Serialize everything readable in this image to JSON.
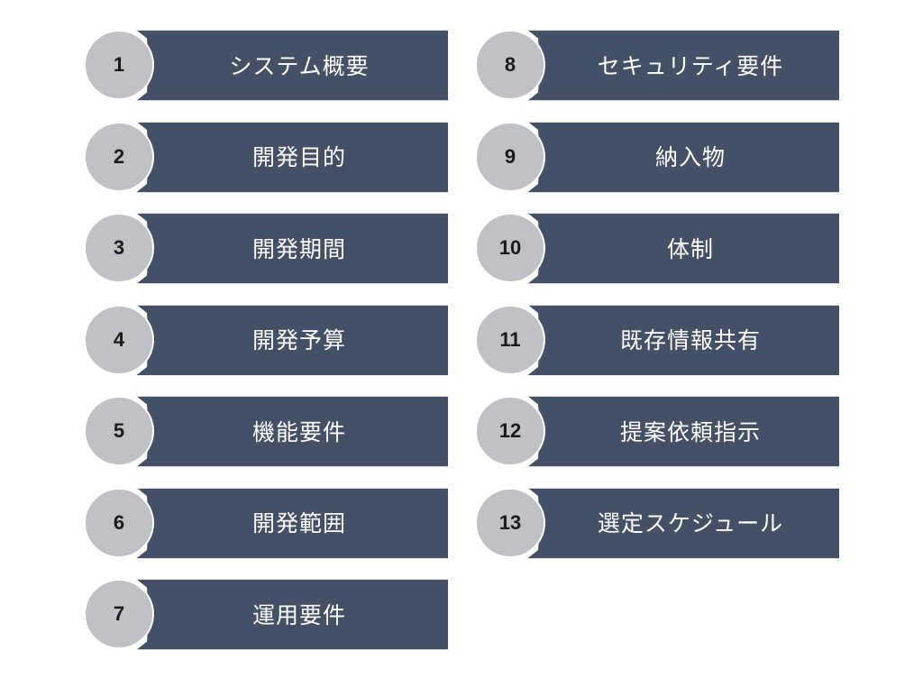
{
  "left_column": [
    {
      "number": "1",
      "label": "システム概要"
    },
    {
      "number": "2",
      "label": "開発目的"
    },
    {
      "number": "3",
      "label": "開発期間"
    },
    {
      "number": "4",
      "label": "開発予算"
    },
    {
      "number": "5",
      "label": "機能要件"
    },
    {
      "number": "6",
      "label": "開発範囲"
    },
    {
      "number": "7",
      "label": "運用要件"
    }
  ],
  "right_column": [
    {
      "number": "8",
      "label": "セキュリティ要件"
    },
    {
      "number": "9",
      "label": "納入物"
    },
    {
      "number": "10",
      "label": "体制"
    },
    {
      "number": "11",
      "label": "既存情報共有"
    },
    {
      "number": "12",
      "label": "提案依頼指示"
    },
    {
      "number": "13",
      "label": "選定スケジュール"
    }
  ]
}
